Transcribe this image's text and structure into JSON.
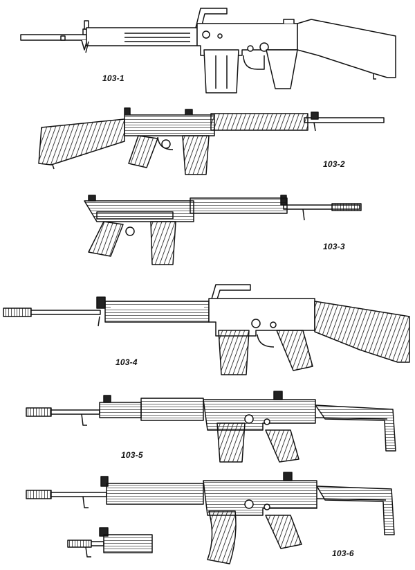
{
  "figures": [
    {
      "label": "103-1"
    },
    {
      "label": "103-2"
    },
    {
      "label": "103-3"
    },
    {
      "label": "103-4"
    },
    {
      "label": "103-5"
    },
    {
      "label": "103-6"
    }
  ],
  "colors": {
    "ink": "#111111",
    "paper": "#ffffff",
    "wood": "#2a2a2a"
  }
}
